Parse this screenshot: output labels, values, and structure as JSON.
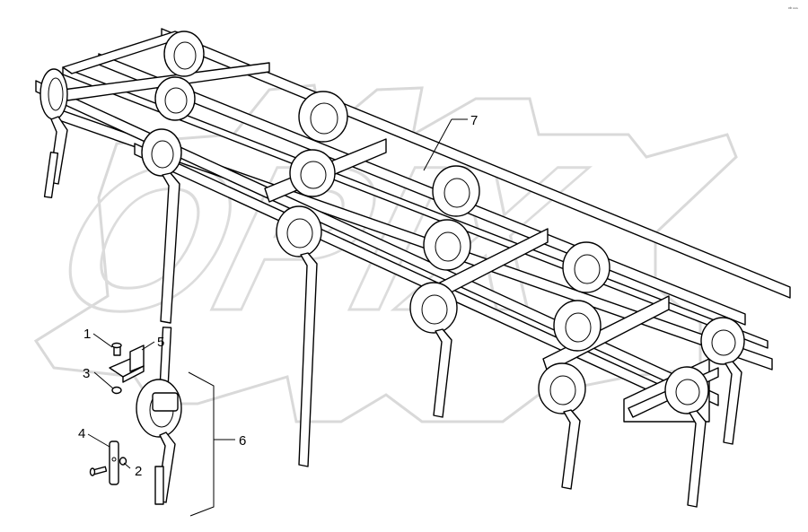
{
  "drawing": {
    "corner_code": "ᵒᵇ ⁿⁿⁿ",
    "callouts": [
      {
        "id": "callout-1",
        "label": "1"
      },
      {
        "id": "callout-2",
        "label": "2"
      },
      {
        "id": "callout-3",
        "label": "3"
      },
      {
        "id": "callout-4",
        "label": "4"
      },
      {
        "id": "callout-5",
        "label": "5"
      },
      {
        "id": "callout-6",
        "label": "6"
      },
      {
        "id": "callout-7",
        "label": "7"
      }
    ],
    "watermark": "OPIX"
  }
}
